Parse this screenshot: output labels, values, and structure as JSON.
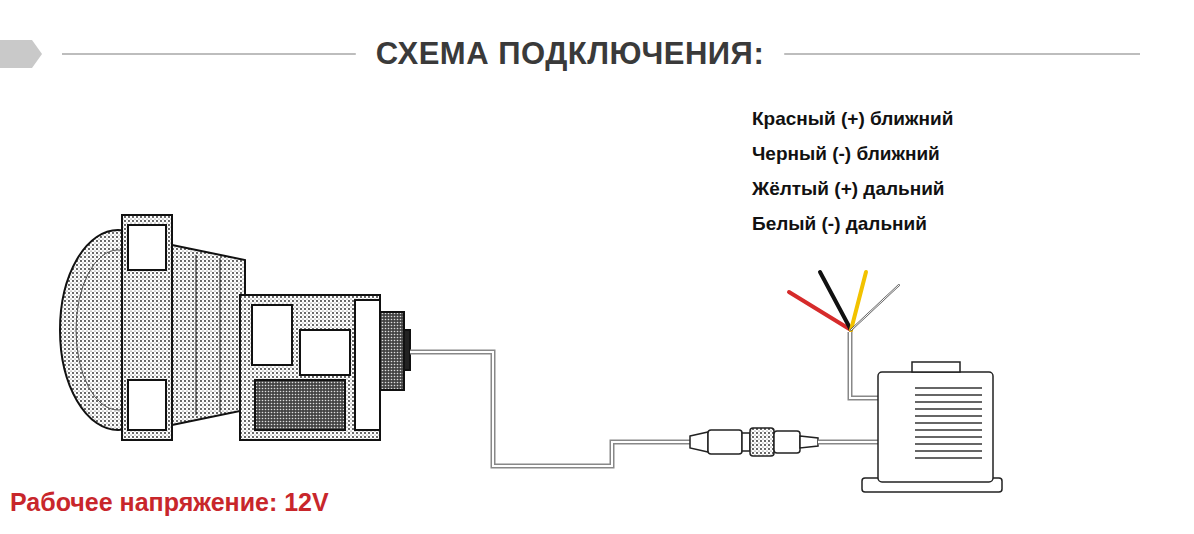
{
  "diagram": {
    "title": "СХЕМА ПОДКЛЮЧЕНИЯ:",
    "labels": [
      "Красный (+) ближний",
      "Черный (-) ближний",
      "Жёлтый (+) дальний",
      "Белый (-) дальний",
      "Рабочее напряжение: 12V"
    ]
  }
}
